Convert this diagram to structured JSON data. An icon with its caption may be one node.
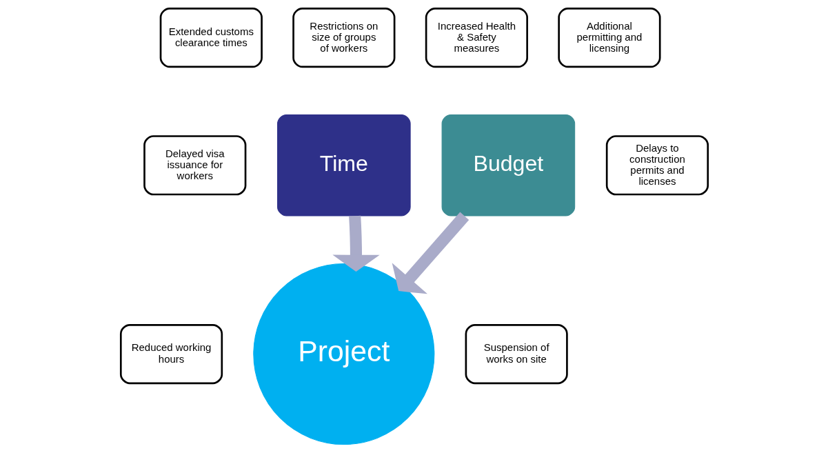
{
  "diagram": {
    "nodes": [
      {
        "text": [
          "Extended customs clearance times"
        ]
      },
      {
        "text": [
          "Restrictions on size of groups of workers"
        ]
      },
      {
        "text": [
          "Increased Health & Safety measures"
        ]
      },
      {
        "text": [
          "Additional permitting and licensing"
        ]
      },
      {
        "text": [
          "Delayed visa issuance for workers"
        ]
      },
      {
        "text": [
          "Time"
        ]
      },
      {
        "text": [
          "Budget"
        ]
      },
      {
        "text": [
          "Delays to construction permits and licenses"
        ]
      },
      {
        "text": [
          "Reduced working hours"
        ]
      },
      {
        "text": [
          "Project"
        ]
      },
      {
        "text": [
          "Suspension of works on site"
        ]
      }
    ],
    "edges": [
      {
        "from": 5,
        "to": 9,
        "arrow": "to"
      },
      {
        "from": 6,
        "to": 9,
        "arrow": "to"
      }
    ]
  }
}
